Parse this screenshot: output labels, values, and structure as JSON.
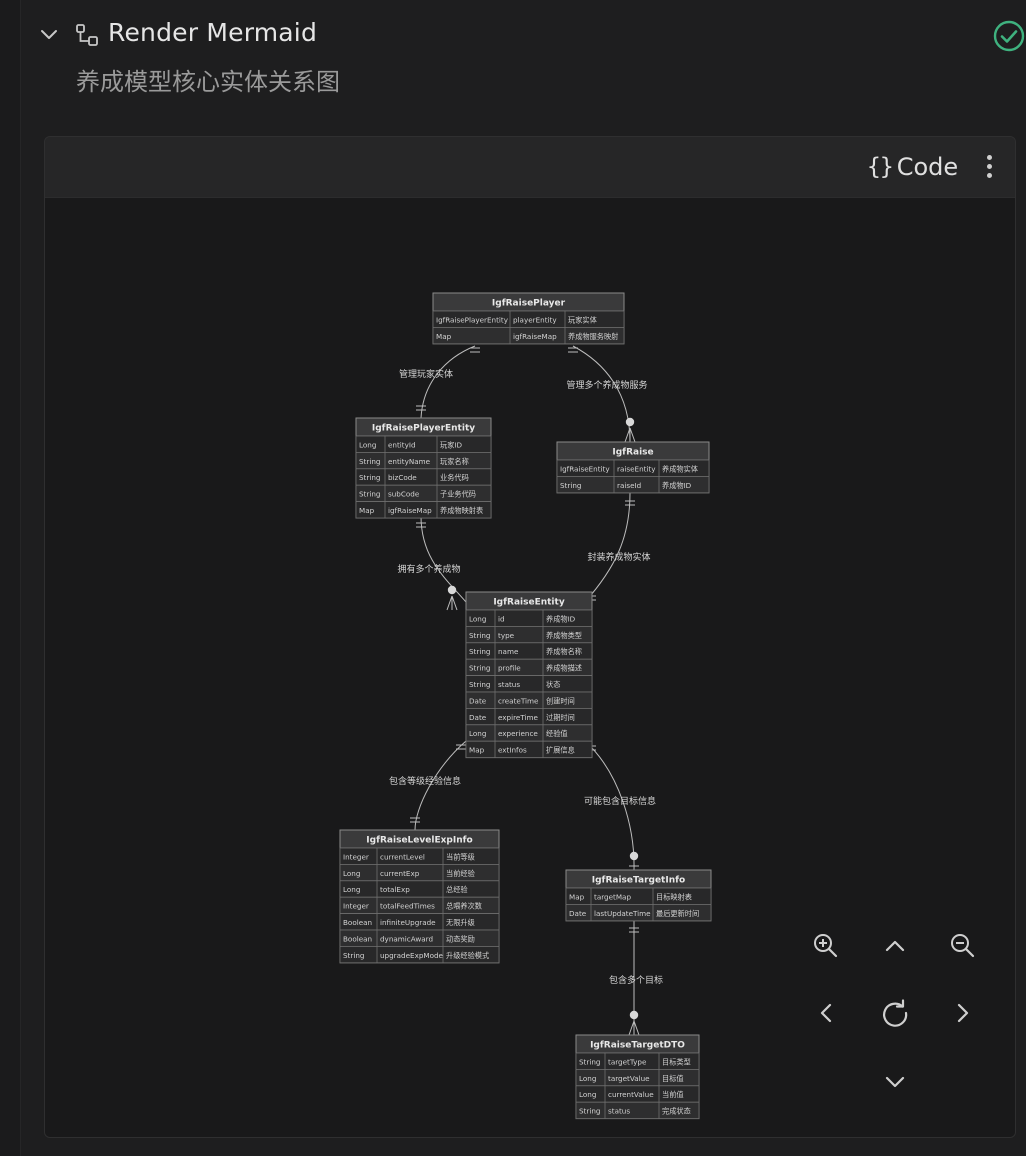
{
  "header": {
    "title": "Render Mermaid",
    "subtitle": "养成模型核心实体关系图"
  },
  "toolbar": {
    "code_label": "Code",
    "code_braces": "{}"
  },
  "icons": {
    "collapse": "chevron-down-icon",
    "diagram": "flow-diagram-icon",
    "status": "check-circle-icon",
    "more": "more-vertical-icon",
    "controls": [
      "zoom-in-icon",
      "pan-up-icon",
      "zoom-out-icon",
      "pan-left-icon",
      "reset-icon",
      "pan-right-icon",
      "pan-down-icon"
    ]
  },
  "colors": {
    "status_ok": "#3fb27f",
    "entity_header": "#3a3a3b",
    "entity_row": "#2b2b2c",
    "line": "#bdbdbd"
  },
  "entities": [
    {
      "name": "IgfRaisePlayer",
      "rows": [
        [
          "IgfRaisePlayerEntity",
          "playerEntity",
          "玩家实体"
        ],
        [
          "Map",
          "igfRaiseMap",
          "养成物服务映射"
        ]
      ]
    },
    {
      "name": "IgfRaisePlayerEntity",
      "rows": [
        [
          "Long",
          "entityId",
          "玩家ID"
        ],
        [
          "String",
          "entityName",
          "玩家名称"
        ],
        [
          "String",
          "bizCode",
          "业务代码"
        ],
        [
          "String",
          "subCode",
          "子业务代码"
        ],
        [
          "Map",
          "igfRaiseMap",
          "养成物映射表"
        ]
      ]
    },
    {
      "name": "IgfRaise",
      "rows": [
        [
          "IgfRaiseEntity",
          "raiseEntity",
          "养成物实体"
        ],
        [
          "String",
          "raiseId",
          "养成物ID"
        ]
      ]
    },
    {
      "name": "IgfRaiseEntity",
      "rows": [
        [
          "Long",
          "id",
          "养成物ID"
        ],
        [
          "String",
          "type",
          "养成物类型"
        ],
        [
          "String",
          "name",
          "养成物名称"
        ],
        [
          "String",
          "profile",
          "养成物描述"
        ],
        [
          "String",
          "status",
          "状态"
        ],
        [
          "Date",
          "createTime",
          "创建时间"
        ],
        [
          "Date",
          "expireTime",
          "过期时间"
        ],
        [
          "Long",
          "experience",
          "经验值"
        ],
        [
          "Map",
          "extInfos",
          "扩展信息"
        ]
      ]
    },
    {
      "name": "IgfRaiseLevelExpInfo",
      "rows": [
        [
          "Integer",
          "currentLevel",
          "当前等级"
        ],
        [
          "Long",
          "currentExp",
          "当前经验"
        ],
        [
          "Long",
          "totalExp",
          "总经验"
        ],
        [
          "Integer",
          "totalFeedTimes",
          "总喂养次数"
        ],
        [
          "Boolean",
          "infiniteUpgrade",
          "无限升级"
        ],
        [
          "Boolean",
          "dynamicAward",
          "动态奖励"
        ],
        [
          "String",
          "upgradeExpMode",
          "升级经验模式"
        ]
      ]
    },
    {
      "name": "IgfRaiseTargetInfo",
      "rows": [
        [
          "Map",
          "targetMap",
          "目标映射表"
        ],
        [
          "Date",
          "lastUpdateTime",
          "最后更新时间"
        ]
      ]
    },
    {
      "name": "IgfRaiseTargetDTO",
      "rows": [
        [
          "String",
          "targetType",
          "目标类型"
        ],
        [
          "Long",
          "targetValue",
          "目标值"
        ],
        [
          "Long",
          "currentValue",
          "当前值"
        ],
        [
          "String",
          "status",
          "完成状态"
        ]
      ]
    }
  ],
  "relationships": [
    {
      "from": "IgfRaisePlayer",
      "to": "IgfRaisePlayerEntity",
      "label": "管理玩家实体",
      "from_card": "one",
      "to_card": "one"
    },
    {
      "from": "IgfRaisePlayer",
      "to": "IgfRaise",
      "label": "管理多个养成物服务",
      "from_card": "one",
      "to_card": "zero-many"
    },
    {
      "from": "IgfRaisePlayerEntity",
      "to": "IgfRaiseEntity",
      "label": "拥有多个养成物",
      "from_card": "one",
      "to_card": "zero-many"
    },
    {
      "from": "IgfRaise",
      "to": "IgfRaiseEntity",
      "label": "封装养成物实体",
      "from_card": "one",
      "to_card": "one"
    },
    {
      "from": "IgfRaiseEntity",
      "to": "IgfRaiseLevelExpInfo",
      "label": "包含等级经验信息",
      "from_card": "one",
      "to_card": "one"
    },
    {
      "from": "IgfRaiseEntity",
      "to": "IgfRaiseTargetInfo",
      "label": "可能包含目标信息",
      "from_card": "one",
      "to_card": "zero-one"
    },
    {
      "from": "IgfRaiseTargetInfo",
      "to": "IgfRaiseTargetDTO",
      "label": "包含多个目标",
      "from_card": "one",
      "to_card": "zero-many"
    }
  ]
}
